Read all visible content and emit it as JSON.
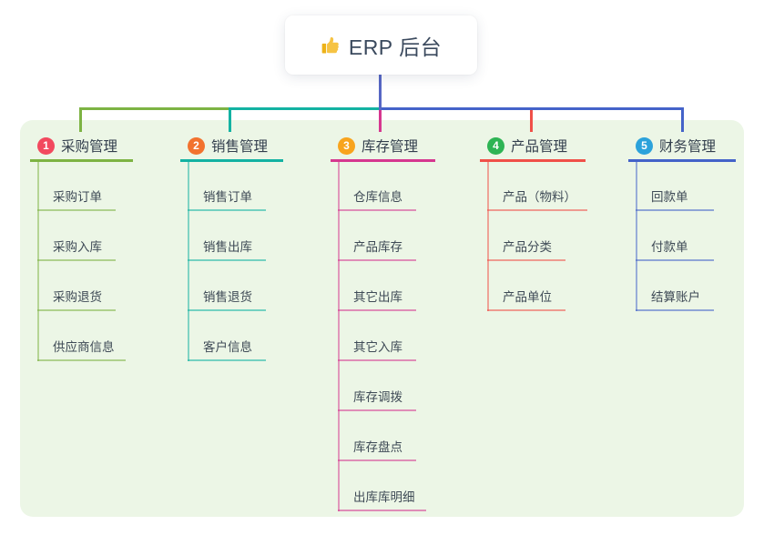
{
  "root": {
    "label": "ERP 后台",
    "icon": "thumbs-up-icon"
  },
  "canvas": {
    "page_background": "#ffffff",
    "panel_background": "#ecf6e6",
    "root_stem_color": "#5767c4",
    "root_text_color": "#3b4a5e"
  },
  "branches": [
    {
      "number": "1",
      "label": "采购管理",
      "badge_color": "#f2495e",
      "line_color": "#7db343",
      "children": [
        "采购订单",
        "采购入库",
        "采购退货",
        "供应商信息"
      ]
    },
    {
      "number": "2",
      "label": "销售管理",
      "badge_color": "#f2722e",
      "line_color": "#13b2a2",
      "children": [
        "销售订单",
        "销售出库",
        "销售退货",
        "客户信息"
      ]
    },
    {
      "number": "3",
      "label": "库存管理",
      "badge_color": "#f8a41d",
      "line_color": "#d6378f",
      "children": [
        "仓库信息",
        "产品库存",
        "其它出库",
        "其它入库",
        "库存调拨",
        "库存盘点",
        "出库库明细"
      ]
    },
    {
      "number": "4",
      "label": "产品管理",
      "badge_color": "#2eb454",
      "line_color": "#f05048",
      "children": [
        "产品（物料）",
        "产品分类",
        "产品单位"
      ]
    },
    {
      "number": "5",
      "label": "财务管理",
      "badge_color": "#2ba2db",
      "line_color": "#4463c9",
      "children": [
        "回款单",
        "付款单",
        "结算账户"
      ]
    }
  ]
}
